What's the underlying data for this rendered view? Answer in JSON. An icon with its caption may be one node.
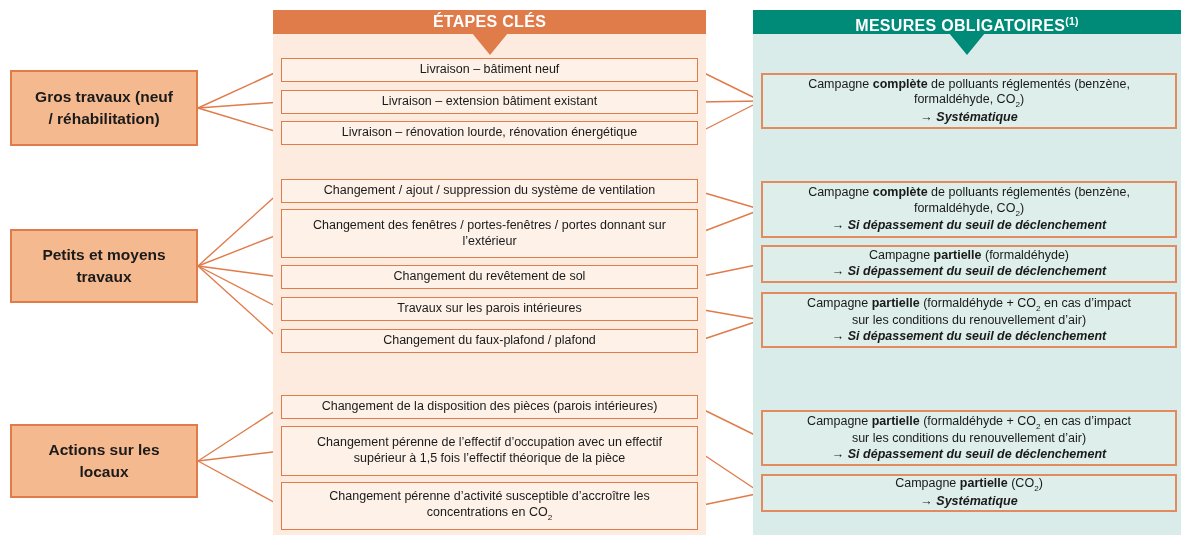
{
  "diagram": {
    "nodes": [
      {
        "text": [
          "Gros travaux (neuf / réhabilitation)"
        ]
      },
      {
        "text": [
          "Petits et moyens travaux"
        ]
      },
      {
        "text": [
          "Actions sur les locaux"
        ]
      },
      {
        "text": [
          "ÉTAPES CLÉS"
        ]
      },
      {
        "text": [
          "Livraison – bâtiment neuf"
        ],
        "in": 3
      },
      {
        "text": [
          "Livraison – extension bâtiment existant"
        ],
        "in": 3
      },
      {
        "text": [
          "Livraison – rénovation lourde, rénovation énergétique"
        ],
        "in": 3
      },
      {
        "text": [
          "Changement / ajout / suppression du système de ventilation"
        ],
        "in": 3
      },
      {
        "text": [
          "Changement des fenêtres / portes-fenêtres / portes donnant sur l’extérieur"
        ],
        "in": 3
      },
      {
        "text": [
          "Changement du revêtement de sol"
        ],
        "in": 3
      },
      {
        "text": [
          "Travaux sur les parois intérieures"
        ],
        "in": 3
      },
      {
        "text": [
          "Changement du faux-plafond / plafond"
        ],
        "in": 3
      },
      {
        "text": [
          "Changement de la disposition des pièces (parois intérieures)"
        ],
        "in": 3
      },
      {
        "text": [
          "Changement pérenne de l’effectif d’occupation avec un effectif supérieur à 1,5 fois l’effectif théorique de la pièce"
        ],
        "in": 3
      },
      {
        "text": [
          "Changement pérenne d’activité susceptible d’accroître les concentrations en CO$_{2}$"
        ],
        "in": 3
      },
      {
        "text": [
          "MESURES OBLIGATOIRES$^{(1)}$"
        ]
      },
      {
        "text": [
          "Campagne **complète** de polluants réglementés (benzène, formaldéhyde, CO$_{2}$)",
          "→ Systématique"
        ],
        "in": 15
      },
      {
        "text": [
          "Campagne **complète** de polluants réglementés (benzène, formaldéhyde, CO$_{2}$)",
          "→ Si dépassement du seuil de déclenchement"
        ],
        "in": 15
      },
      {
        "text": [
          "Campagne **partielle** (formaldéhyde)",
          "→ Si dépassement du seuil de déclenchement"
        ],
        "in": 15
      },
      {
        "text": [
          "Campagne **partielle** (formaldéhyde + CO$_{2}$ en cas d’impact sur les conditions du renouvellement d’air)",
          "→ Si dépassement du seuil de déclenchement"
        ],
        "in": 15
      },
      {
        "text": [
          "Campagne **partielle** (formaldéhyde + CO$_{2}$ en cas d’impact sur les conditions du renouvellement d’air)",
          "→ Si dépassement du seuil de déclenchement"
        ],
        "in": 15
      },
      {
        "text": [
          "Campagne **partielle** (CO$_{2}$)",
          "→ Systématique"
        ],
        "in": 15
      }
    ],
    "edges": [
      {
        "from": 0,
        "to": 4,
        "arrow": "none"
      },
      {
        "from": 0,
        "to": 5,
        "arrow": "none"
      },
      {
        "from": 0,
        "to": 6,
        "arrow": "none"
      },
      {
        "from": 1,
        "to": 7,
        "arrow": "none"
      },
      {
        "from": 1,
        "to": 8,
        "arrow": "none"
      },
      {
        "from": 1,
        "to": 9,
        "arrow": "none"
      },
      {
        "from": 1,
        "to": 10,
        "arrow": "none"
      },
      {
        "from": 1,
        "to": 11,
        "arrow": "none"
      },
      {
        "from": 2,
        "to": 12,
        "arrow": "none"
      },
      {
        "from": 2,
        "to": 13,
        "arrow": "none"
      },
      {
        "from": 2,
        "to": 14,
        "arrow": "none"
      },
      {
        "from": 4,
        "to": 16,
        "arrow": "none"
      },
      {
        "from": 5,
        "to": 16,
        "arrow": "none"
      },
      {
        "from": 6,
        "to": 16,
        "arrow": "none"
      },
      {
        "from": 7,
        "to": 17,
        "arrow": "none"
      },
      {
        "from": 8,
        "to": 17,
        "arrow": "none"
      },
      {
        "from": 9,
        "to": 18,
        "arrow": "none"
      },
      {
        "from": 10,
        "to": 19,
        "arrow": "none"
      },
      {
        "from": 11,
        "to": 19,
        "arrow": "none"
      },
      {
        "from": 12,
        "to": 20,
        "arrow": "none"
      },
      {
        "from": 13,
        "to": 21,
        "arrow": "none"
      },
      {
        "from": 14,
        "to": 21,
        "arrow": "none"
      }
    ]
  }
}
